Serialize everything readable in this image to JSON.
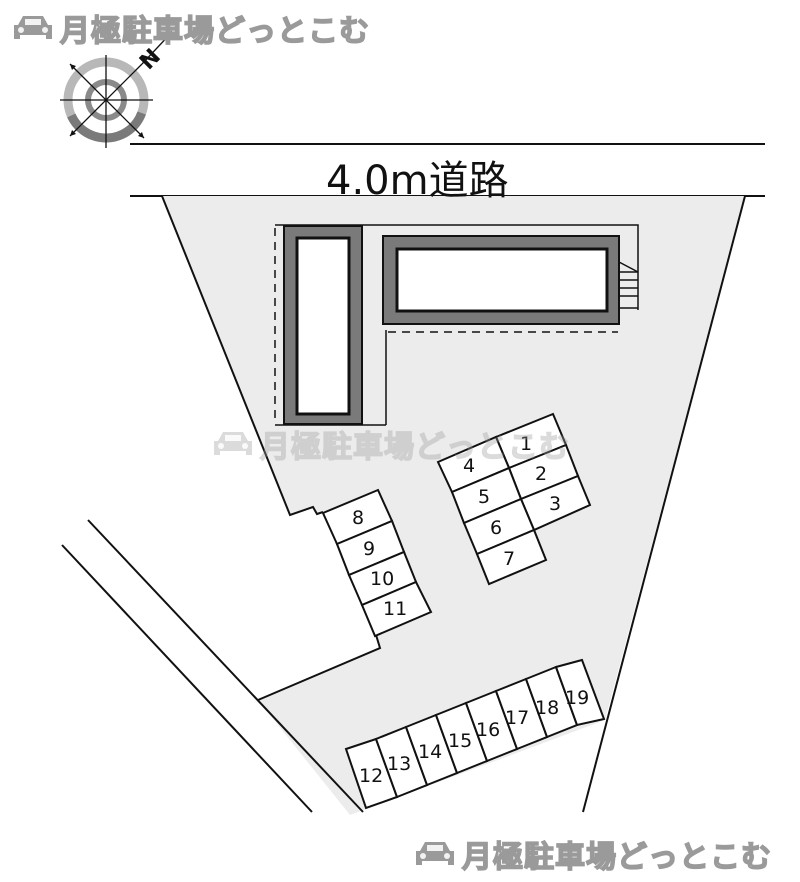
{
  "brand": {
    "text": "月極駐車場どっとこむ",
    "icon": "car-icon"
  },
  "compass": {
    "label": "N",
    "icon": "compass-icon"
  },
  "road": {
    "label": "4.0m道路"
  },
  "colors": {
    "lot_fill": "#ececec",
    "building_wall": "#7a7a7a",
    "line": "#111111",
    "background": "#ffffff",
    "watermark": "#a0a0a0"
  },
  "parking": {
    "spots": [
      {
        "number": "1"
      },
      {
        "number": "2"
      },
      {
        "number": "3"
      },
      {
        "number": "4"
      },
      {
        "number": "5"
      },
      {
        "number": "6"
      },
      {
        "number": "7"
      },
      {
        "number": "8"
      },
      {
        "number": "9"
      },
      {
        "number": "10"
      },
      {
        "number": "11"
      },
      {
        "number": "12"
      },
      {
        "number": "13"
      },
      {
        "number": "14"
      },
      {
        "number": "15"
      },
      {
        "number": "16"
      },
      {
        "number": "17"
      },
      {
        "number": "18"
      },
      {
        "number": "19"
      }
    ]
  }
}
